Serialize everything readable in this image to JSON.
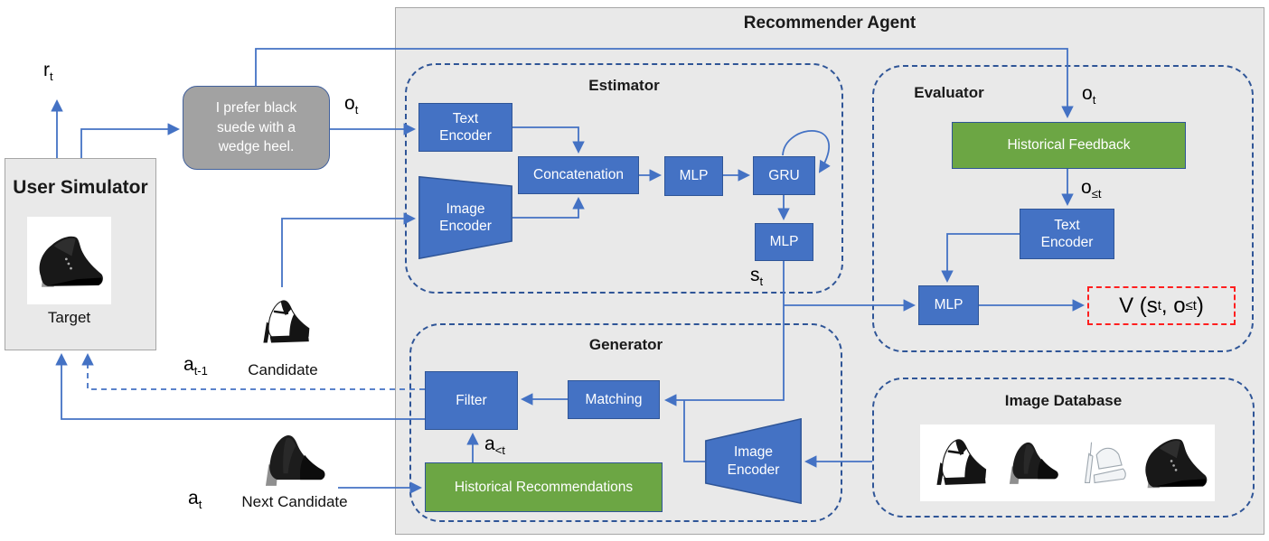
{
  "colors": {
    "blue": "#4472C4",
    "blue_border": "#2F5597",
    "green": "#6CA644",
    "panel": "#E9E9E9",
    "panel_border": "#A6A6A6",
    "bubble": "#A2A2A2",
    "line": "#4472C4",
    "dashed_border": "#2F5597",
    "red": "#FF1F1F"
  },
  "header": {
    "title": "Recommender Agent"
  },
  "user_simulator": {
    "title": "User Simulator",
    "target_caption": "Target"
  },
  "speech_bubble": {
    "lines": [
      "I prefer black",
      "suede with a",
      "wedge heel."
    ]
  },
  "estimator": {
    "title": "Estimator",
    "text_encoder": "Text Encoder",
    "image_encoder": "Image Encoder",
    "concatenation": "Concatenation",
    "mlp1": "MLP",
    "gru": "GRU",
    "mlp2": "MLP"
  },
  "evaluator": {
    "title": "Evaluator",
    "historical_feedback": "Historical Feedback",
    "text_encoder": "Text Encoder",
    "mlp": "MLP",
    "value": {
      "p1": "V (s",
      "s1": "t",
      "p2": ", o",
      "s2": "≤t",
      "p3": ")"
    }
  },
  "generator": {
    "title": "Generator",
    "filter": "Filter",
    "matching": "Matching",
    "historical_recommendations": "Historical Recommendations",
    "image_encoder": "Image Encoder"
  },
  "image_database": {
    "title": "Image Database",
    "shoes": [
      "shoe-maryjane",
      "shoe-pump",
      "shoe-clear",
      "shoe-bootie"
    ]
  },
  "labels": {
    "rt": {
      "base": "r",
      "sub": "t"
    },
    "ot_bubble": {
      "base": "o",
      "sub": "t"
    },
    "ot_evaluator": {
      "base": "o",
      "sub": "t"
    },
    "o_let": {
      "base": "o",
      "sub": "≤t"
    },
    "st": {
      "base": "s",
      "sub": "t"
    },
    "at_minus1": {
      "base": "a",
      "sub": "t-1"
    },
    "at": {
      "base": "a",
      "sub": "t"
    },
    "a_lt": {
      "base": "a",
      "sub": "<t"
    },
    "candidate": "Candidate",
    "next_candidate": "Next Candidate"
  },
  "shoe_images": {
    "target": "shoe-bootie",
    "candidate": "shoe-maryjane",
    "next_candidate": "shoe-pump"
  }
}
